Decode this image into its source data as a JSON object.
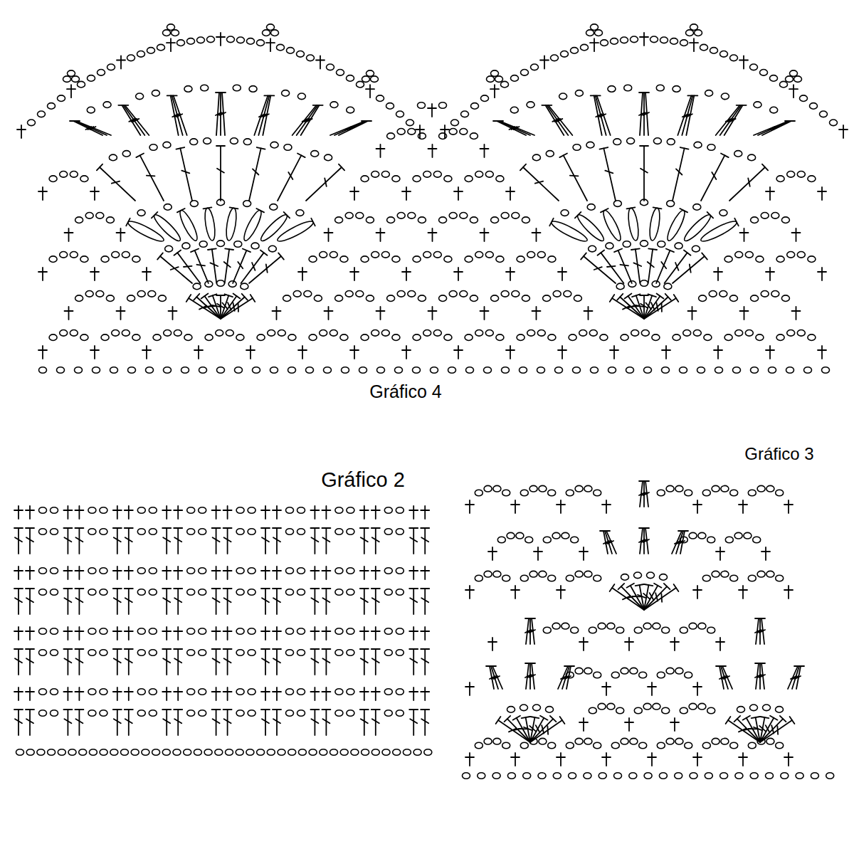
{
  "diagram": {
    "labels": [
      "Gráfico 4",
      "Gráfico 2",
      "Gráfico 3"
    ]
  }
}
